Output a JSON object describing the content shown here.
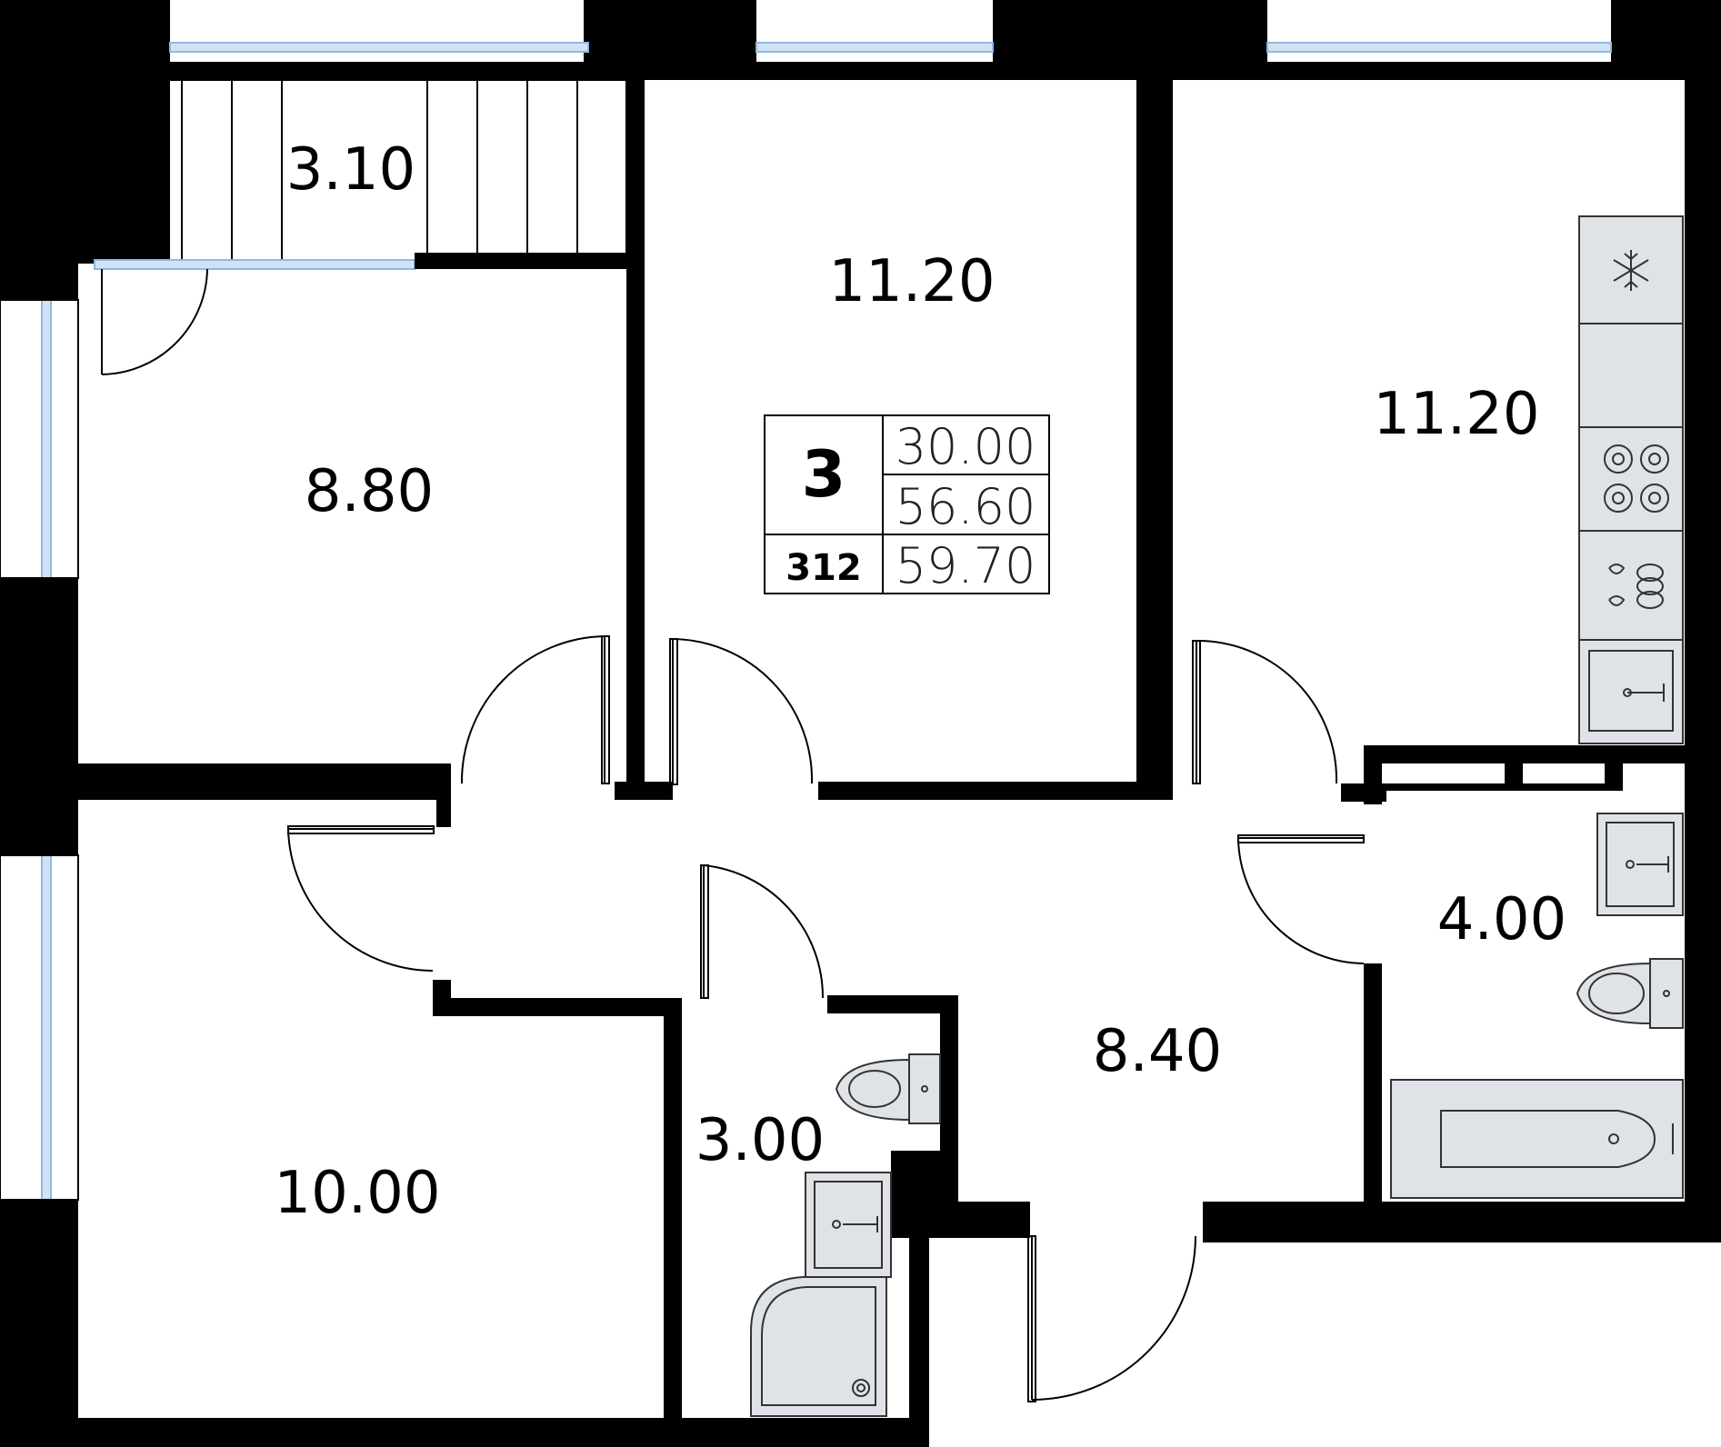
{
  "apartment": {
    "rooms_count": "3",
    "number": "312",
    "living_area": "30.00",
    "total_area": "56.60",
    "area_with_balcony": "59.70"
  },
  "rooms": {
    "balcony": "3.10",
    "bedroom_top_left": "8.80",
    "bedroom_middle": "11.20",
    "kitchen": "11.20",
    "bedroom_bottom_left": "10.00",
    "toilet": "3.00",
    "hallway": "8.40",
    "bathroom": "4.00"
  },
  "icons": {
    "fridge": "snowflake-icon",
    "stove": "stove-icon",
    "dishwasher": "dishwasher-icon",
    "sink": "sink-icon",
    "toilet": "toilet-icon",
    "bathtub": "bathtub-icon",
    "shower": "shower-icon"
  },
  "colors": {
    "wall": "#000000",
    "glass": "#cfe3f5",
    "fixture": "#dfe2e6"
  }
}
